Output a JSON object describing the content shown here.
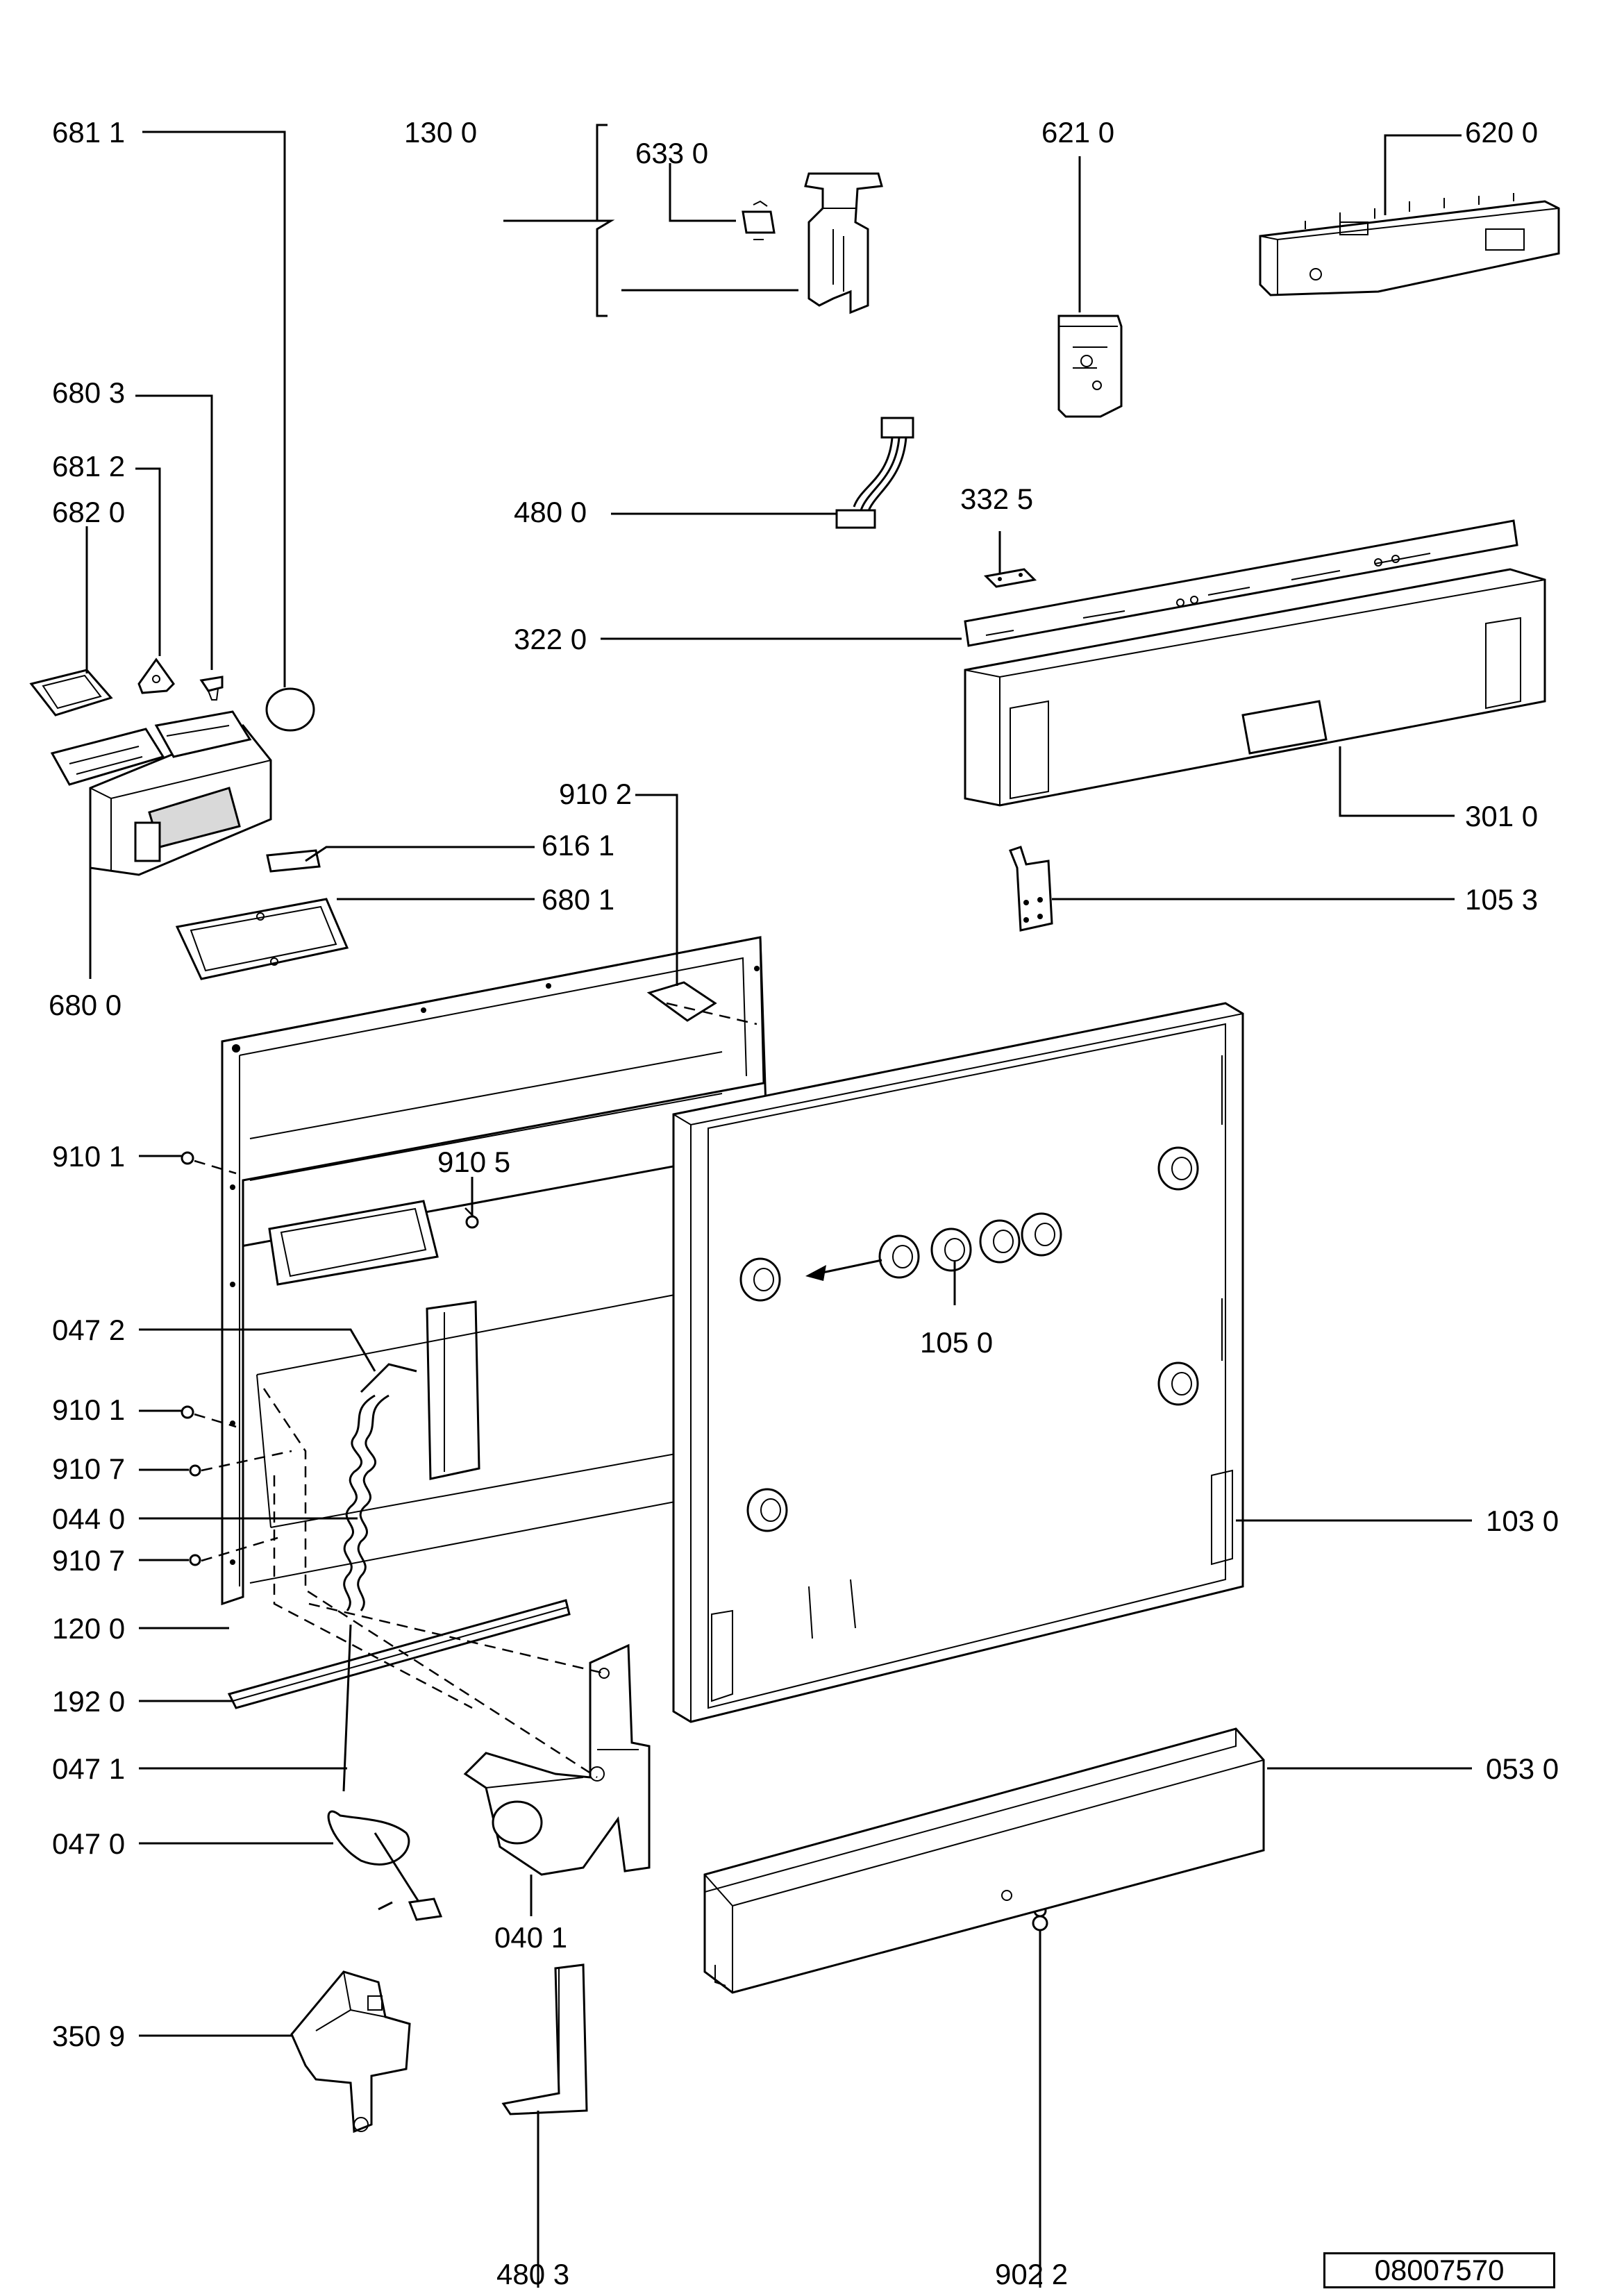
{
  "labels": {
    "l6811": "681 1",
    "l1300": "130 0",
    "l6330": "633 0",
    "l6210": "621 0",
    "l6200": "620 0",
    "l6803": "680 3",
    "l6812": "681 2",
    "l6820": "682 0",
    "l4800": "480 0",
    "l3325": "332 5",
    "l3220": "322 0",
    "l9102": "910 2",
    "l6161": "616 1",
    "l6801": "680 1",
    "l3010": "301 0",
    "l1053": "105 3",
    "l6800": "680 0",
    "l9101a": "910 1",
    "l9105": "910 5",
    "l0472": "047 2",
    "l1050": "105 0",
    "l9101b": "910 1",
    "l9107a": "910 7",
    "l0440": "044 0",
    "l9107b": "910 7",
    "l1030": "103 0",
    "l1200": "120 0",
    "l1920": "192 0",
    "l0471": "047 1",
    "l0530": "053 0",
    "l0470": "047 0",
    "l0401": "040 1",
    "l3509": "350 9",
    "l4803": "480 3",
    "l9022": "902 2"
  },
  "document_number": "08007570"
}
